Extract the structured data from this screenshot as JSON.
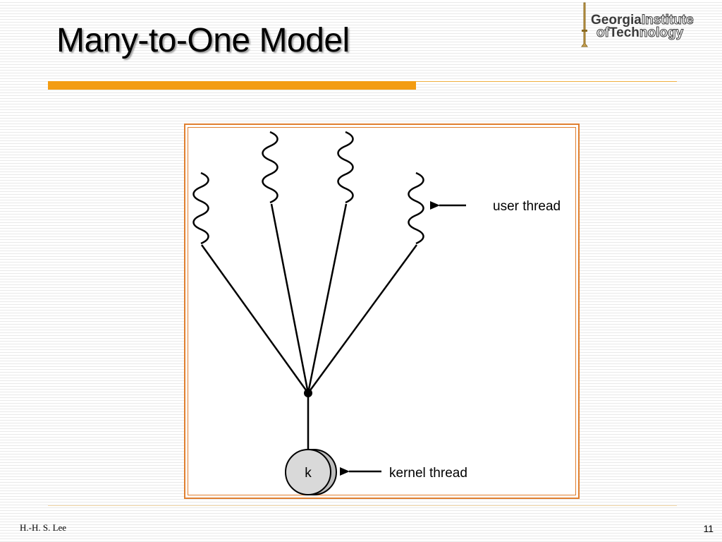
{
  "slide": {
    "title": "Many-to-One Model",
    "footer_author": "H.-H. S. Lee",
    "page_number": "11"
  },
  "logo": {
    "line1_bold": "Georgia",
    "line1_outline": "Institute",
    "line2_outline_of": "of",
    "line2_bold": "Tech",
    "line2_outline": "nology"
  },
  "diagram": {
    "user_thread_label": "user thread",
    "kernel_thread_label": "kernel thread",
    "kernel_symbol": "k",
    "colors": {
      "accent": "#f39c12",
      "frame": "#e07f2f",
      "kernel_fill": "#d9d9d9"
    }
  }
}
